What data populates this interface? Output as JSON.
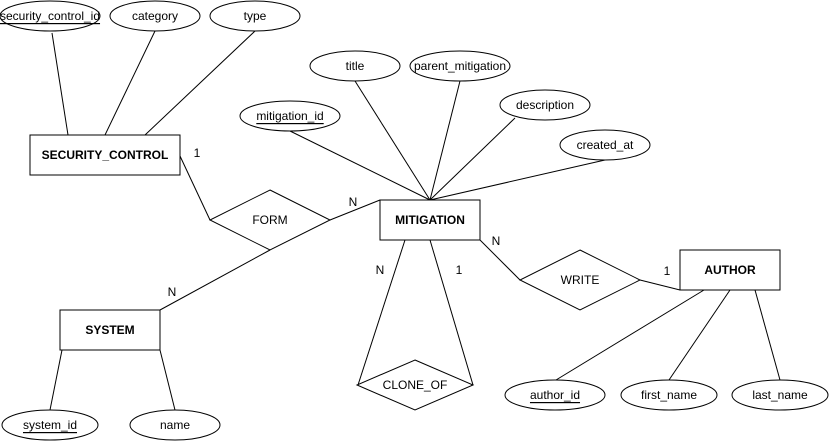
{
  "entities": {
    "security_control": "SECURITY_CONTROL",
    "mitigation": "MITIGATION",
    "system": "SYSTEM",
    "author": "AUTHOR"
  },
  "relationships": {
    "form": "FORM",
    "write": "WRITE",
    "clone_of": "CLONE_OF"
  },
  "attributes": {
    "security_control_id": "security_control_id",
    "category": "category",
    "type": "type",
    "mitigation_id": "mitigation_id",
    "title": "title",
    "parent_mitigation": "parent_mitigation",
    "description": "description",
    "created_at": "created_at",
    "system_id": "system_id",
    "system_name": "name",
    "author_id": "author_id",
    "first_name": "first_name",
    "last_name": "last_name"
  },
  "cardinalities": {
    "sc_form": "1",
    "mit_form": "N",
    "sys_form": "N",
    "mit_write": "N",
    "author_write": "1",
    "clone_left": "N",
    "clone_right": "1"
  }
}
